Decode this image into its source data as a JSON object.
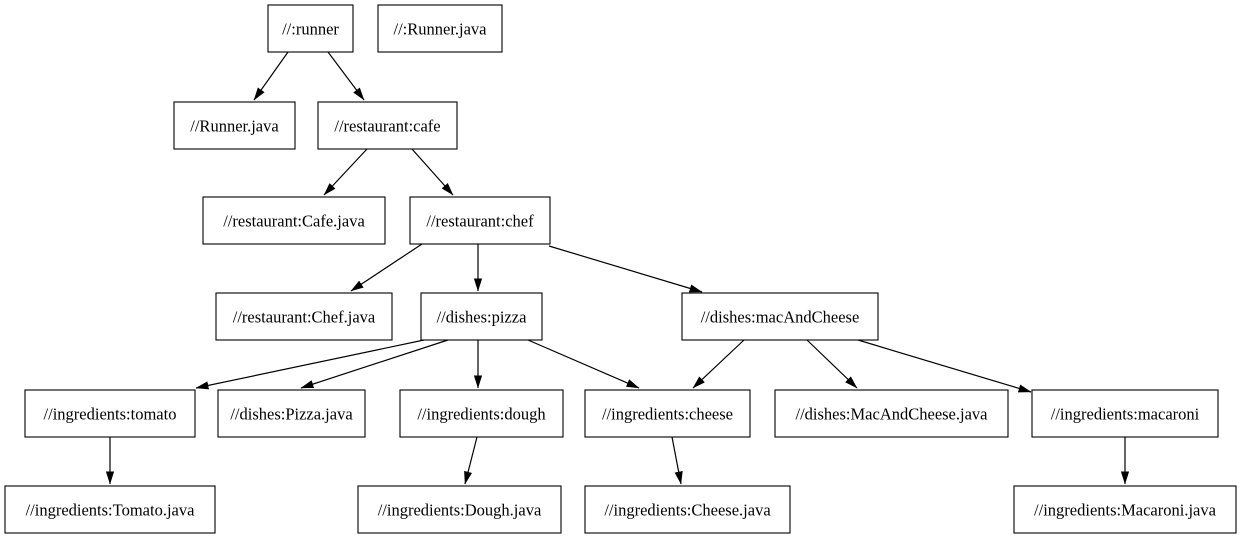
{
  "graph": {
    "type": "directed-dependency-graph",
    "orientation": "top-down",
    "colors": {
      "background": "#ffffff",
      "node_fill": "#ffffff",
      "node_border": "#000000",
      "edge": "#000000",
      "text": "#000000"
    },
    "nodes": [
      {
        "id": "runner",
        "label": "//:runner"
      },
      {
        "id": "runner-java-lone",
        "label": "//:Runner.java"
      },
      {
        "id": "runner-java",
        "label": "//Runner.java"
      },
      {
        "id": "cafe",
        "label": "//restaurant:cafe"
      },
      {
        "id": "cafe-java",
        "label": "//restaurant:Cafe.java"
      },
      {
        "id": "chef",
        "label": "//restaurant:chef"
      },
      {
        "id": "chef-java",
        "label": "//restaurant:Chef.java"
      },
      {
        "id": "pizza",
        "label": "//dishes:pizza"
      },
      {
        "id": "mac-and-cheese",
        "label": "//dishes:macAndCheese"
      },
      {
        "id": "tomato",
        "label": "//ingredients:tomato"
      },
      {
        "id": "pizza-java",
        "label": "//dishes:Pizza.java"
      },
      {
        "id": "dough",
        "label": "//ingredients:dough"
      },
      {
        "id": "cheese",
        "label": "//ingredients:cheese"
      },
      {
        "id": "mac-and-cheese-java",
        "label": "//dishes:MacAndCheese.java"
      },
      {
        "id": "macaroni",
        "label": "//ingredients:macaroni"
      },
      {
        "id": "tomato-java",
        "label": "//ingredients:Tomato.java"
      },
      {
        "id": "dough-java",
        "label": "//ingredients:Dough.java"
      },
      {
        "id": "cheese-java",
        "label": "//ingredients:Cheese.java"
      },
      {
        "id": "macaroni-java",
        "label": "//ingredients:Macaroni.java"
      }
    ],
    "edges": [
      {
        "from": "//:runner",
        "to": "//Runner.java"
      },
      {
        "from": "//:runner",
        "to": "//restaurant:cafe"
      },
      {
        "from": "//restaurant:cafe",
        "to": "//restaurant:Cafe.java"
      },
      {
        "from": "//restaurant:cafe",
        "to": "//restaurant:chef"
      },
      {
        "from": "//restaurant:chef",
        "to": "//restaurant:Chef.java"
      },
      {
        "from": "//restaurant:chef",
        "to": "//dishes:pizza"
      },
      {
        "from": "//restaurant:chef",
        "to": "//dishes:macAndCheese"
      },
      {
        "from": "//dishes:pizza",
        "to": "//ingredients:tomato"
      },
      {
        "from": "//dishes:pizza",
        "to": "//dishes:Pizza.java"
      },
      {
        "from": "//dishes:pizza",
        "to": "//ingredients:dough"
      },
      {
        "from": "//dishes:pizza",
        "to": "//ingredients:cheese"
      },
      {
        "from": "//dishes:macAndCheese",
        "to": "//ingredients:cheese"
      },
      {
        "from": "//dishes:macAndCheese",
        "to": "//dishes:MacAndCheese.java"
      },
      {
        "from": "//dishes:macAndCheese",
        "to": "//ingredients:macaroni"
      },
      {
        "from": "//ingredients:tomato",
        "to": "//ingredients:Tomato.java"
      },
      {
        "from": "//ingredients:dough",
        "to": "//ingredients:Dough.java"
      },
      {
        "from": "//ingredients:cheese",
        "to": "//ingredients:Cheese.java"
      },
      {
        "from": "//ingredients:macaroni",
        "to": "//ingredients:Macaroni.java"
      }
    ]
  }
}
